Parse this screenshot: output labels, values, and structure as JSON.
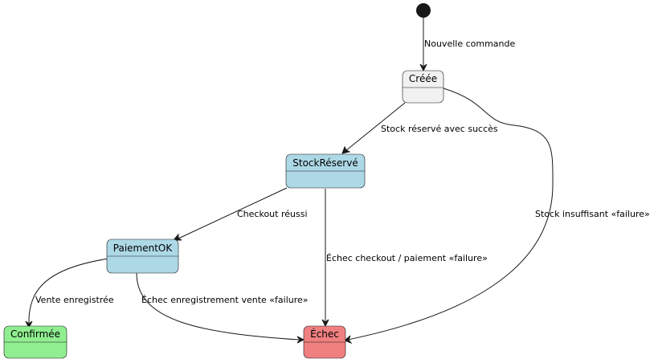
{
  "diagram": {
    "states": [
      {
        "id": "creee",
        "label": "Créée",
        "fill": "#F1F1F1"
      },
      {
        "id": "stock",
        "label": "StockRéservé",
        "fill": "#ADD8E6"
      },
      {
        "id": "paiement",
        "label": "PaiementOK",
        "fill": "#ADD8E6"
      },
      {
        "id": "confirmee",
        "label": "Confirmée",
        "fill": "#90EE90"
      },
      {
        "id": "echec",
        "label": "Échec",
        "fill": "#F08080"
      }
    ],
    "transitions": [
      {
        "id": "t-nouvelle",
        "label": "Nouvelle commande"
      },
      {
        "id": "t-stock-ok",
        "label": "Stock réservé avec succès"
      },
      {
        "id": "t-stock-ko",
        "label": "Stock insuffisant «failure»"
      },
      {
        "id": "t-checkout-ok",
        "label": "Checkout réussi"
      },
      {
        "id": "t-checkout-ko",
        "label": "Échec checkout / paiement «failure»"
      },
      {
        "id": "t-vente-ok",
        "label": "Vente enregistrée"
      },
      {
        "id": "t-vente-ko",
        "label": "Échec enregistrement vente «failure»"
      }
    ]
  }
}
